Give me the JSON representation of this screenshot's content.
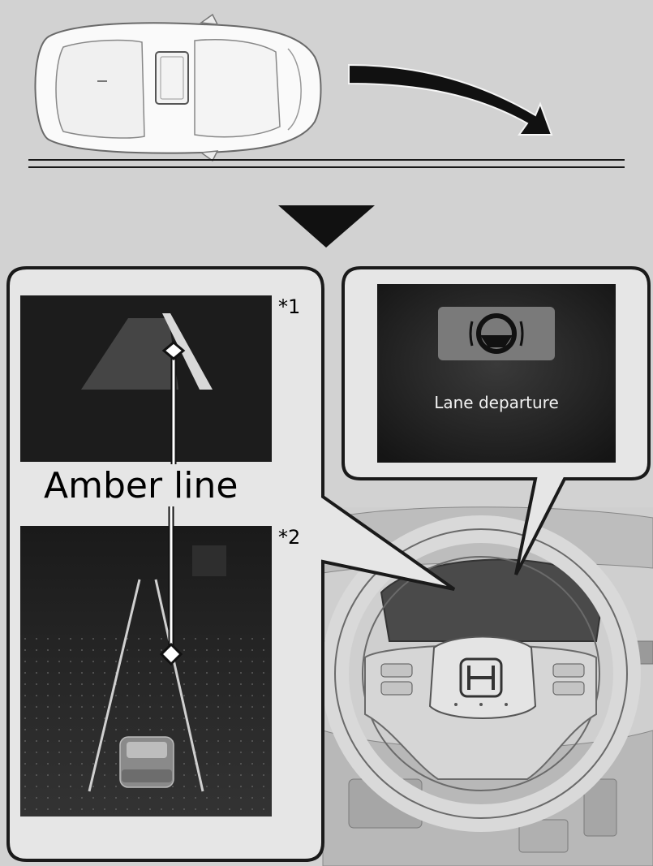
{
  "labels": {
    "amber_line": "Amber line",
    "note_1": "*1",
    "note_2": "*2"
  },
  "display": {
    "message": "Lane departure",
    "icon": "steering-wheel-warning-icon"
  },
  "icons": {
    "direction": "curved-arrow-right-icon",
    "transition": "down-triangle-icon"
  },
  "colors": {
    "background": "#d2d2d2",
    "panel": "#e4e4e4",
    "screen": "#1e1e1e",
    "outline": "#1a1a1a"
  }
}
